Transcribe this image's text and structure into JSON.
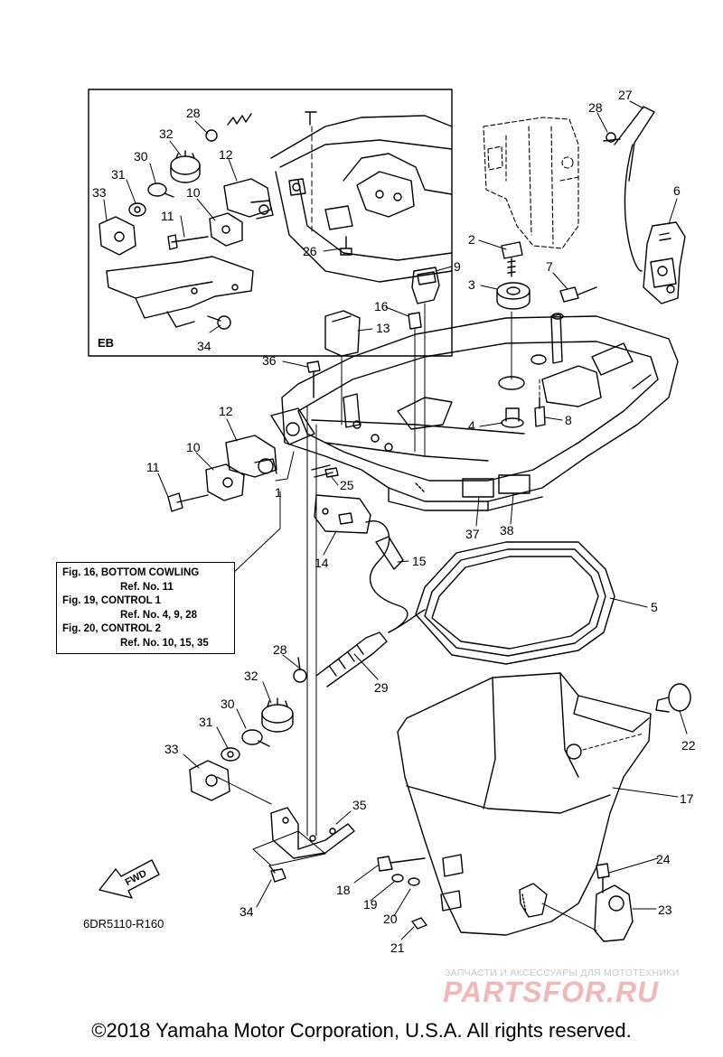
{
  "inset_label": "EB",
  "reference_note": {
    "lines": [
      {
        "fig": "Fig. 16, BOTTOM COWLING",
        "ref": "Ref. No. 11"
      },
      {
        "fig": "Fig. 19, CONTROL 1",
        "ref": "Ref. No. 4, 9, 28"
      },
      {
        "fig": "Fig. 20, CONTROL 2",
        "ref": "Ref. No. 10, 15, 35"
      }
    ]
  },
  "fwd_label": "FWD",
  "part_code": "6DR5110-R160",
  "watermark": {
    "small": "ЗАПЧАСТИ И АКСЕССУАРЫ ДЛЯ МОТОТЕХНИКИ",
    "big": "PARTSFOR.RU"
  },
  "copyright": "©2018 Yamaha Motor Corporation, U.S.A. All rights reserved.",
  "callouts": [
    {
      "n": "27"
    },
    {
      "n": "28"
    },
    {
      "n": "6"
    },
    {
      "n": "2"
    },
    {
      "n": "9"
    },
    {
      "n": "3"
    },
    {
      "n": "7"
    },
    {
      "n": "16"
    },
    {
      "n": "13"
    },
    {
      "n": "36"
    },
    {
      "n": "4"
    },
    {
      "n": "8"
    },
    {
      "n": "12"
    },
    {
      "n": "10"
    },
    {
      "n": "11"
    },
    {
      "n": "1"
    },
    {
      "n": "25"
    },
    {
      "n": "37"
    },
    {
      "n": "38"
    },
    {
      "n": "14"
    },
    {
      "n": "15"
    },
    {
      "n": "5"
    },
    {
      "n": "28"
    },
    {
      "n": "29"
    },
    {
      "n": "32"
    },
    {
      "n": "30"
    },
    {
      "n": "31"
    },
    {
      "n": "33"
    },
    {
      "n": "22"
    },
    {
      "n": "17"
    },
    {
      "n": "35"
    },
    {
      "n": "24"
    },
    {
      "n": "23"
    },
    {
      "n": "18"
    },
    {
      "n": "19"
    },
    {
      "n": "20"
    },
    {
      "n": "21"
    },
    {
      "n": "34"
    },
    {
      "n": "28"
    },
    {
      "n": "32"
    },
    {
      "n": "30"
    },
    {
      "n": "12"
    },
    {
      "n": "31"
    },
    {
      "n": "10"
    },
    {
      "n": "33"
    },
    {
      "n": "11"
    },
    {
      "n": "26"
    },
    {
      "n": "34"
    }
  ]
}
